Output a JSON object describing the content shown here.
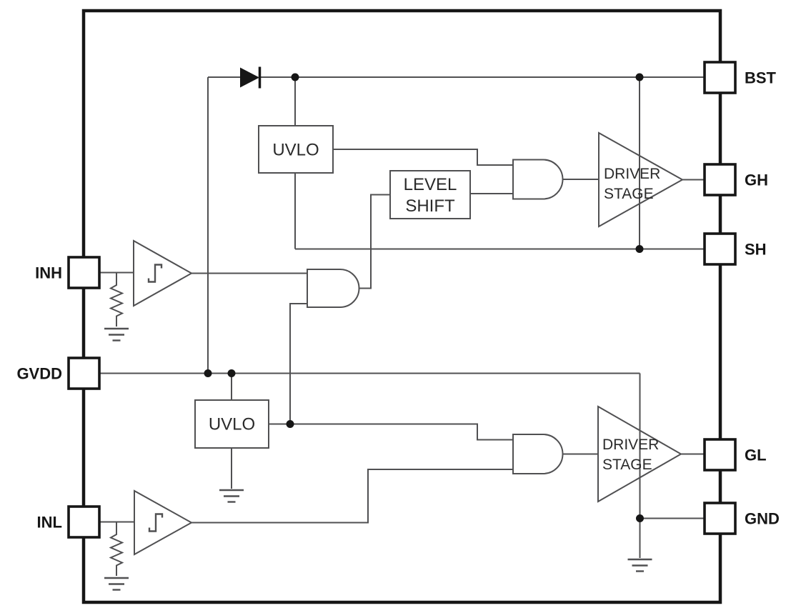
{
  "diagram": {
    "type": "functional-block-diagram",
    "subject": "half-bridge gate driver IC",
    "pins": {
      "left": [
        {
          "id": "inh",
          "label": "INH"
        },
        {
          "id": "gvdd",
          "label": "GVDD"
        },
        {
          "id": "inl",
          "label": "INL"
        }
      ],
      "right": [
        {
          "id": "bst",
          "label": "BST"
        },
        {
          "id": "gh",
          "label": "GH"
        },
        {
          "id": "sh",
          "label": "SH"
        },
        {
          "id": "gl",
          "label": "GL"
        },
        {
          "id": "gnd",
          "label": "GND"
        }
      ]
    },
    "blocks": {
      "uvlo_high": {
        "label": "UVLO"
      },
      "uvlo_low": {
        "label": "UVLO"
      },
      "level_shift": {
        "line1": "LEVEL",
        "line2": "SHIFT"
      },
      "driver_high": {
        "line1": "DRIVER",
        "line2": "STAGE"
      },
      "driver_low": {
        "line1": "DRIVER",
        "line2": "STAGE"
      }
    },
    "symbols": [
      "bootstrap-diode-icon",
      "schmitt-buffer-high-icon",
      "schmitt-buffer-low-icon",
      "and-gate-high",
      "and-gate-mid",
      "and-gate-low",
      "pulldown-resistor-high-icon",
      "pulldown-resistor-low-icon",
      "ground-icon"
    ],
    "colors": {
      "wire": "#505052",
      "outline": "#161616",
      "background": "#ffffff",
      "block_text": "#2a2a2a"
    }
  }
}
